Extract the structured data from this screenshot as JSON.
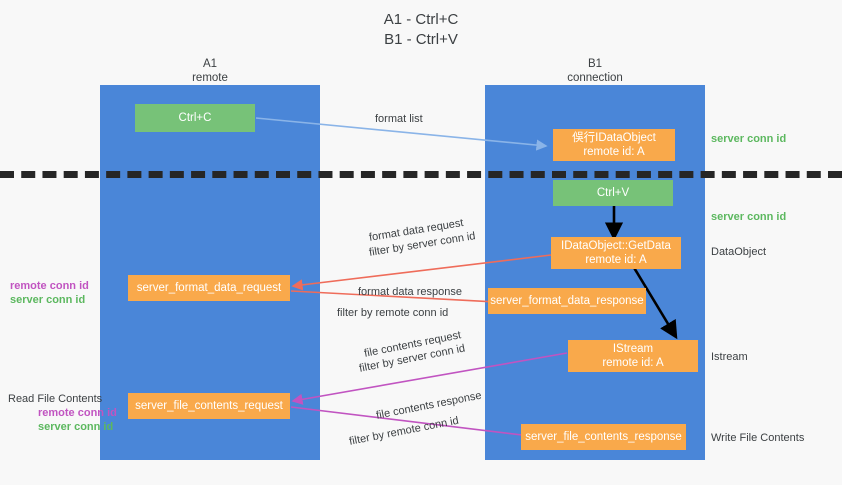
{
  "title": {
    "line1": "A1 - Ctrl+C",
    "line2": "B1 - Ctrl+V"
  },
  "colors": {
    "lane": "#4a86d8",
    "box_orange": "#f9a94b",
    "box_green": "#77c278",
    "server_conn_id": "#5cb85f",
    "remote_conn_id": "#c154c1",
    "arrow_blue": "#8ab4e8",
    "arrow_red": "#ef6c5a",
    "arrow_magenta": "#c154c1",
    "arrow_black": "#000000",
    "separator": "#262626",
    "text": "#3c4043",
    "background": "#f8f8f8"
  },
  "lanes": [
    {
      "name": "A1",
      "sub": "remote"
    },
    {
      "name": "B1",
      "sub": "connection"
    }
  ],
  "boxes": {
    "ctrl_c": "Ctrl+C",
    "ctrl_v": "Ctrl+V",
    "idataobject_title": "俁行IDataObject",
    "idataobject_sub": "remote id: A",
    "getdata_title": "IDataObject::GetData",
    "getdata_sub": "remote id: A",
    "istream_title": "IStream",
    "istream_sub": "remote id: A",
    "server_format_data_request": "server_format_data_request",
    "server_format_data_response": "server_format_data_response",
    "server_file_contents_request": "server_file_contents_request",
    "server_file_contents_response": "server_file_contents_response"
  },
  "edge_labels": {
    "format_list": "format list",
    "format_data_request": "format data request",
    "format_data_request_filter_prefix": "filter by ",
    "format_data_request_filter_value": "server conn id",
    "format_data_response": "format data response",
    "format_data_response_filter_prefix": "filter by ",
    "format_data_response_filter_value": "remote conn id",
    "file_contents_request": "file contents request",
    "file_contents_request_filter_prefix": "filter by ",
    "file_contents_request_filter_value": "server conn id",
    "file_contents_response": "file contents response",
    "file_contents_response_filter_prefix": "filter by ",
    "file_contents_response_filter_value": "remote conn id"
  },
  "right_labels": {
    "server_conn_id_top": "server conn id",
    "server_conn_id_mid": "server conn id",
    "dataobject": "DataObject",
    "istream": "Istream",
    "write_file_contents": "Write File Contents"
  },
  "left_labels": {
    "remote_conn_id_1": "remote conn id",
    "server_conn_id_1": "server conn id",
    "read_file_contents": "Read File Contents",
    "remote_conn_id_2": "remote conn id",
    "server_conn_id_2": "server conn id"
  }
}
